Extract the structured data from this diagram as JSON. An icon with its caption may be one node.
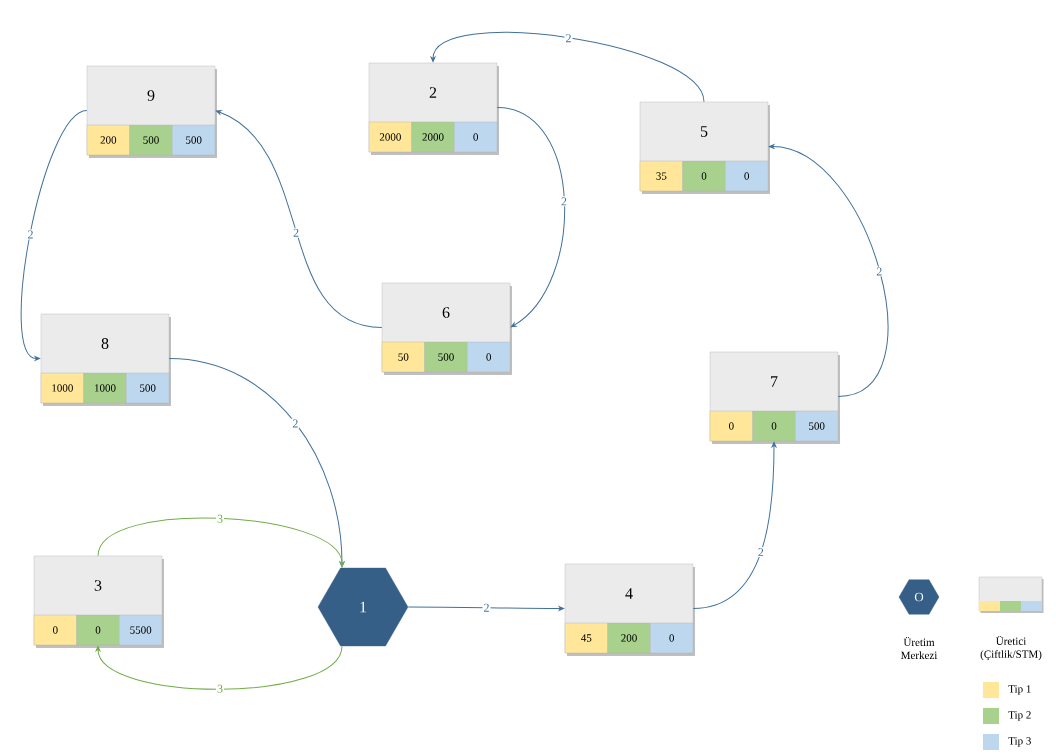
{
  "diagram": {
    "nodes": [
      {
        "text": [
          "2",
          "2000",
          "2000",
          "0"
        ]
      },
      {
        "text": [
          "9",
          "200",
          "500",
          "500"
        ]
      },
      {
        "text": [
          "5",
          "35",
          "0",
          "0"
        ]
      },
      {
        "text": [
          "6",
          "50",
          "500",
          "0"
        ]
      },
      {
        "text": [
          "8",
          "1000",
          "1000",
          "500"
        ]
      },
      {
        "text": [
          "7",
          "0",
          "0",
          "500"
        ]
      },
      {
        "text": [
          "3",
          "0",
          "0",
          "5500"
        ]
      },
      {
        "text": [
          "4",
          "45",
          "200",
          "0"
        ]
      },
      {
        "text": [
          "1"
        ]
      },
      {
        "text": [
          "O"
        ],
        "beside": [
          "Üretim Merkezi"
        ]
      },
      {
        "text": [],
        "shape": "box",
        "beside": [
          "Üretici (Çiftlik/STM)"
        ]
      }
    ],
    "edges": [
      {
        "from": 2,
        "to": 0,
        "arrow": "to",
        "label": "2"
      },
      {
        "from": 0,
        "to": 3,
        "arrow": "to",
        "label": "2"
      },
      {
        "from": 3,
        "to": 1,
        "arrow": "to",
        "label": "2"
      },
      {
        "from": 1,
        "to": 4,
        "arrow": "to",
        "label": "2"
      },
      {
        "from": 4,
        "to": 8,
        "arrow": "to",
        "label": "2"
      },
      {
        "from": 6,
        "to": 8,
        "arrow": "to",
        "label": "3",
        "color": "#70ad47"
      },
      {
        "from": 8,
        "to": 6,
        "arrow": "to",
        "label": "3",
        "color": "#70ad47"
      },
      {
        "from": 8,
        "to": 7,
        "arrow": "to",
        "label": "2"
      },
      {
        "from": 7,
        "to": 5,
        "arrow": "to",
        "label": "2"
      },
      {
        "from": 5,
        "to": 2,
        "arrow": "to",
        "label": "2"
      }
    ],
    "legend": [
      {
        "text": "Tip 1",
        "color": "#ffe699"
      },
      {
        "text": "Tip 2",
        "color": "#a9d18e"
      },
      {
        "text": "Tip 3",
        "color": "#bdd7ee"
      }
    ]
  }
}
